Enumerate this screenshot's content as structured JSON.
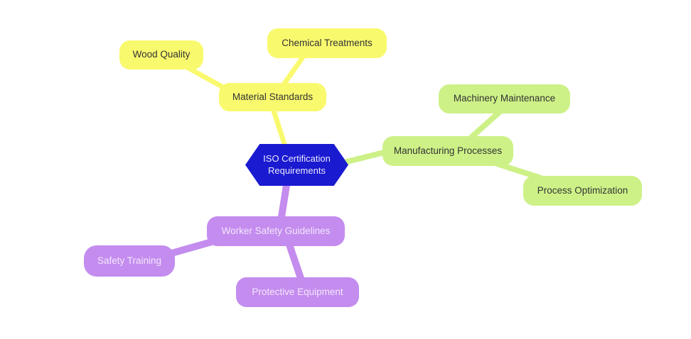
{
  "diagram": {
    "type": "mindmap",
    "background_color": "#ffffff",
    "center": {
      "label": "ISO Certification Requirements",
      "shape": "hexagon",
      "fill": "#1a1ad1",
      "text_color": "#e9e7fa"
    },
    "branches": [
      {
        "label": "Material Standards",
        "fill": "#f9f96e",
        "text_color": "#333333",
        "children": [
          {
            "label": "Wood Quality"
          },
          {
            "label": "Chemical Treatments"
          }
        ]
      },
      {
        "label": "Manufacturing Processes",
        "fill": "#cdf187",
        "text_color": "#333333",
        "children": [
          {
            "label": "Machinery Maintenance"
          },
          {
            "label": "Process Optimization"
          }
        ]
      },
      {
        "label": "Worker Safety Guidelines",
        "fill": "#c48cee",
        "text_color": "#f3e7fd",
        "children": [
          {
            "label": "Safety Training"
          },
          {
            "label": "Protective Equipment"
          }
        ]
      }
    ]
  }
}
